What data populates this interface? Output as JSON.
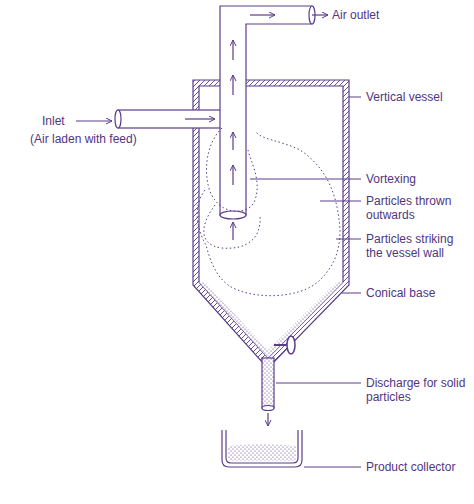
{
  "diagram": {
    "labels": [
      "Air outlet",
      "Inlet",
      "(Air laden with feed)",
      "Vertical vessel",
      "Vortexing",
      "Particles thrown outwards",
      "Particles striking the vessel wall",
      "Conical base",
      "Discharge for solid particles",
      "Product collector"
    ]
  }
}
